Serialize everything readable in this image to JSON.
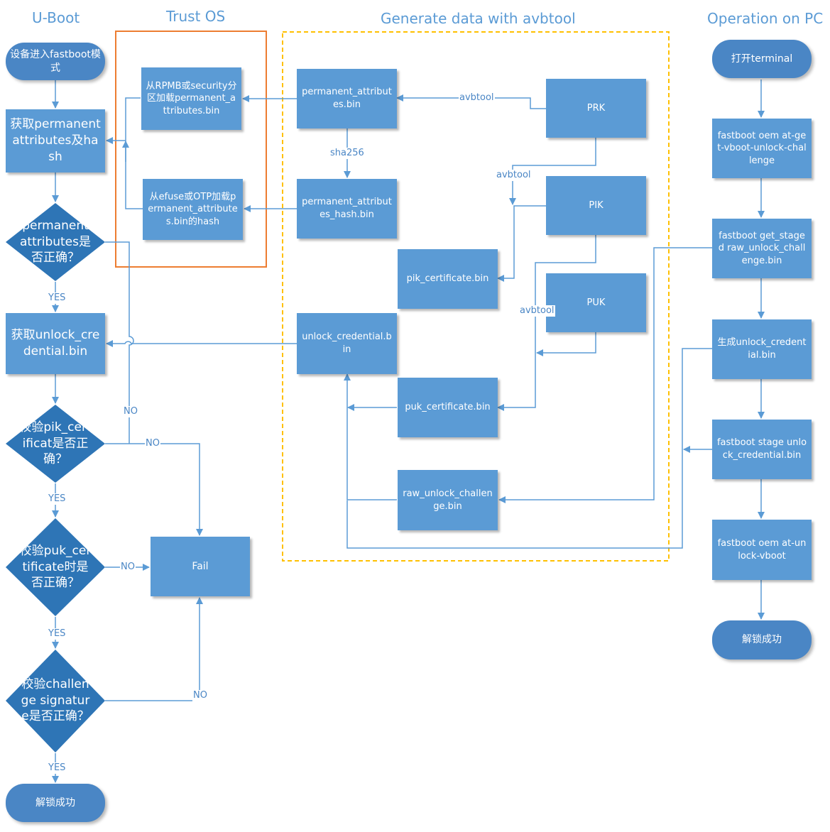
{
  "columns": {
    "uboot": "U-Boot",
    "trust_os": "Trust OS",
    "generate": "Generate data with avbtool",
    "pc": "Operation on PC"
  },
  "uboot": {
    "start": "设备进入fastboot模式",
    "get_attrs": "获取permanent attributes及hash",
    "check_attrs": "permanent attributes是否正确？",
    "get_credential": "获取unlock_credential.bin",
    "check_pik": "校验pik_certificat是否正确？",
    "check_puk": "校验puk_certificate时是否正确？",
    "check_challenge": "校验challenge signature是否正确？",
    "fail": "Fail",
    "success": "解锁成功"
  },
  "trust_os": {
    "load_rpmb": "从RPMB或security分区加载permanent_attributes.bin",
    "load_efuse": "从efuse或OTP加载permanent_attributes.bin的hash"
  },
  "generate": {
    "perm_attrs": "permanent_attributes.bin",
    "perm_hash": "permanent_attributes_hash.bin",
    "prk": "PRK",
    "pik": "PIK",
    "puk": "PUK",
    "pik_cert": "pik_certificate.bin",
    "unlock_cred": "unlock_credential.bin",
    "puk_cert": "puk_certificate.bin",
    "raw_challenge": "raw_unlock_challenge.bin"
  },
  "pc": {
    "open_terminal": "打开terminal",
    "get_challenge": "fastboot oem at-get-vboot-unlock-challenge",
    "get_staged": "fastboot get_staged raw_unlock_challenge.bin",
    "generate_cred": "生成unlock_credential.bin",
    "stage_cred": "fastboot stage unlock_credential.bin",
    "unlock": "fastboot oem at-unlock-vboot",
    "success": "解锁成功"
  },
  "labels": {
    "yes": "YES",
    "no": "NO",
    "avbtool": "avbtool",
    "sha256": "sha256"
  },
  "colors": {
    "node_fill": "#5b9bd5",
    "pill_fill": "#4a86c5",
    "trust_os_border": "#ed7d31",
    "generate_border": "#ffc000",
    "title": "#5b9bd5"
  }
}
